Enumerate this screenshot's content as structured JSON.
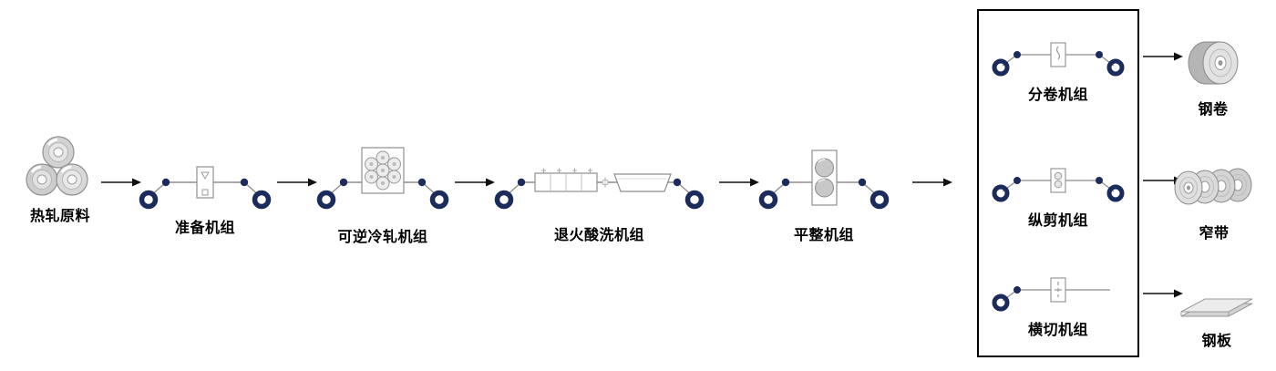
{
  "diagram": {
    "raw_material": {
      "label": "热轧原料",
      "icon": "hot-rolled-coils-icon"
    },
    "main_units": [
      {
        "id": "preparation",
        "label": "准备机组",
        "icon": "preparation-unit-icon"
      },
      {
        "id": "reversible-cold-rolling",
        "label": "可逆冷轧机组",
        "icon": "reversible-cold-mill-icon"
      },
      {
        "id": "annealing-pickling",
        "label": "退火酸洗机组",
        "icon": "annealing-pickling-unit-icon"
      },
      {
        "id": "temper-mill",
        "label": "平整机组",
        "icon": "temper-mill-unit-icon"
      }
    ],
    "finishing_units": [
      {
        "id": "recoiling",
        "label": "分卷机组",
        "icon": "recoiling-unit-icon"
      },
      {
        "id": "slitting",
        "label": "纵剪机组",
        "icon": "slitting-unit-icon"
      },
      {
        "id": "cross-cutting",
        "label": "横切机组",
        "icon": "cross-cutting-unit-icon"
      }
    ],
    "products": [
      {
        "id": "steel-coil",
        "label": "钢卷",
        "icon": "steel-coil-icon"
      },
      {
        "id": "narrow-strip",
        "label": "窄带",
        "icon": "narrow-strip-coils-icon"
      },
      {
        "id": "steel-plate",
        "label": "钢板",
        "icon": "steel-plate-icon"
      }
    ],
    "arrow_glyph": "→",
    "colors": {
      "coil_navy": "#1b2b5c",
      "line_gray": "#8f8f8f",
      "text": "#000000",
      "background": "#ffffff"
    }
  }
}
